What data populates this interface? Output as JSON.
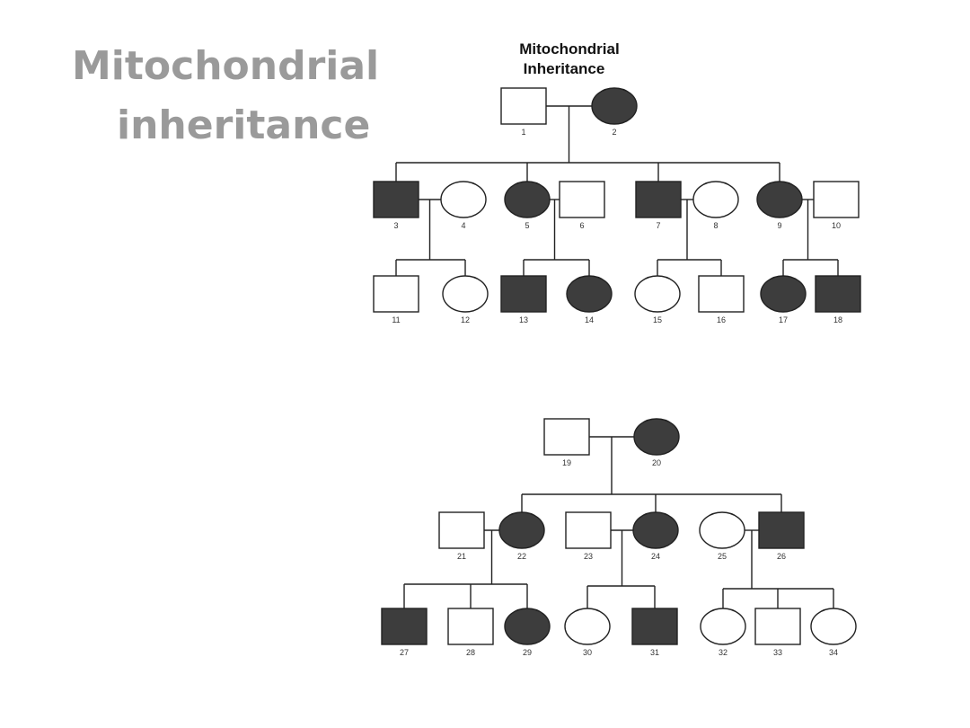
{
  "slide": {
    "title_line1": "Mitochondrial",
    "title_line2": "inheritance"
  },
  "pedigree_top": {
    "title_line1": "Mitochondrial",
    "title_line2": "Inheritance",
    "individuals": [
      {
        "id": "1",
        "sex": "male",
        "affected": false
      },
      {
        "id": "2",
        "sex": "female",
        "affected": true
      },
      {
        "id": "3",
        "sex": "male",
        "affected": true
      },
      {
        "id": "4",
        "sex": "female",
        "affected": false
      },
      {
        "id": "5",
        "sex": "female",
        "affected": true
      },
      {
        "id": "6",
        "sex": "male",
        "affected": false
      },
      {
        "id": "7",
        "sex": "male",
        "affected": true
      },
      {
        "id": "8",
        "sex": "female",
        "affected": false
      },
      {
        "id": "9",
        "sex": "female",
        "affected": true
      },
      {
        "id": "10",
        "sex": "male",
        "affected": false
      },
      {
        "id": "11",
        "sex": "male",
        "affected": false
      },
      {
        "id": "12",
        "sex": "female",
        "affected": false
      },
      {
        "id": "13",
        "sex": "male",
        "affected": true
      },
      {
        "id": "14",
        "sex": "female",
        "affected": true
      },
      {
        "id": "15",
        "sex": "female",
        "affected": false
      },
      {
        "id": "16",
        "sex": "male",
        "affected": false
      },
      {
        "id": "17",
        "sex": "female",
        "affected": true
      },
      {
        "id": "18",
        "sex": "male",
        "affected": true
      }
    ]
  },
  "pedigree_bottom": {
    "individuals": [
      {
        "id": "19",
        "sex": "male",
        "affected": false
      },
      {
        "id": "20",
        "sex": "female",
        "affected": true
      },
      {
        "id": "21",
        "sex": "male",
        "affected": false
      },
      {
        "id": "22",
        "sex": "female",
        "affected": true
      },
      {
        "id": "23",
        "sex": "male",
        "affected": false
      },
      {
        "id": "24",
        "sex": "female",
        "affected": true
      },
      {
        "id": "25",
        "sex": "female",
        "affected": false
      },
      {
        "id": "26",
        "sex": "male",
        "affected": true
      },
      {
        "id": "27",
        "sex": "male",
        "affected": true
      },
      {
        "id": "28",
        "sex": "male",
        "affected": false
      },
      {
        "id": "29",
        "sex": "female",
        "affected": true
      },
      {
        "id": "30",
        "sex": "female",
        "affected": false
      },
      {
        "id": "31",
        "sex": "male",
        "affected": true
      },
      {
        "id": "32",
        "sex": "female",
        "affected": false
      },
      {
        "id": "33",
        "sex": "male",
        "affected": false
      },
      {
        "id": "34",
        "sex": "female",
        "affected": false
      }
    ]
  },
  "colors": {
    "affected": "#3d3d3d",
    "unaffected": "#ffffff",
    "line": "#222222",
    "title_gray": "#9a9a9a"
  }
}
